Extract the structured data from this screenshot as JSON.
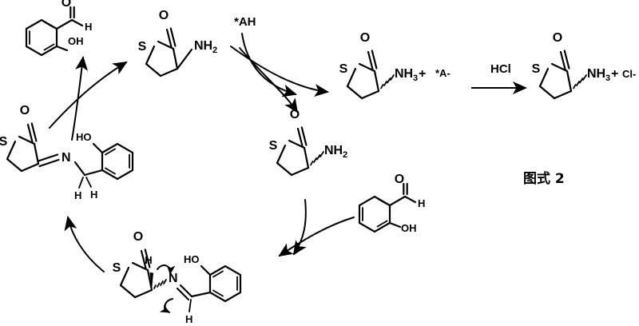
{
  "figure": {
    "caption": "图式 2",
    "type": "chemical-reaction-scheme",
    "description": "Dynamic kinetic resolution / racemization cycle of homocysteine thiolactone with salicylaldehyde, followed by HCl salt formation"
  },
  "labels": {
    "sulfur": "S",
    "oxygen": "O",
    "nitrogen": "N",
    "hydrogen": "H",
    "hydroxyl": "OH",
    "hydroxyl_left": "HO",
    "amine": "NH",
    "amine_sub": "2",
    "ammonium": "NH",
    "ammonium_sub": "3",
    "ammonium_charge": "+",
    "acid_catalyst": "*AH",
    "conjugate_base": "*A-",
    "hcl": "HCl",
    "chloride": "Cl-"
  },
  "structures": [
    {
      "id": "salicylaldehyde-top-left",
      "name": "salicylaldehyde",
      "position": "top-left",
      "atom_labels": [
        "O",
        "H",
        "OH"
      ]
    },
    {
      "id": "thiolactone-racemic-top",
      "name": "homocysteine thiolactone (racemic)",
      "position": "top-center",
      "atom_labels": [
        "O",
        "S",
        "NH",
        "2"
      ]
    },
    {
      "id": "thiolactone-salt-ionpair",
      "name": "homocysteine thiolactone ammonium ion pair",
      "position": "top-right-center",
      "atom_labels": [
        "O",
        "S",
        "NH",
        "3",
        "+",
        "*A-"
      ]
    },
    {
      "id": "thiolactone-hydrochloride",
      "name": "homocysteine thiolactone hydrochloride",
      "position": "far-right",
      "atom_labels": [
        "O",
        "S",
        "NH",
        "3",
        "+",
        "Cl-"
      ]
    },
    {
      "id": "thiolactone-chiral-center",
      "name": "(R)-homocysteine thiolactone",
      "position": "center",
      "atom_labels": [
        "O",
        "S",
        "NH",
        "2"
      ]
    },
    {
      "id": "imine-left",
      "name": "salicylidene imine (carbanion/enamine form)",
      "position": "middle-left",
      "atom_labels": [
        "O",
        "S",
        "N",
        "HO",
        "H",
        "H"
      ]
    },
    {
      "id": "aldimine-bottom",
      "name": "salicylidene aldimine with electron-pushing arrows",
      "position": "bottom-center",
      "atom_labels": [
        "O",
        "S",
        "N",
        "HO",
        "H",
        "H"
      ]
    },
    {
      "id": "salicylaldehyde-bottom-right",
      "name": "salicylaldehyde",
      "position": "bottom-right-center",
      "atom_labels": [
        "O",
        "H",
        "OH"
      ]
    }
  ],
  "arrows": [
    {
      "id": "arrow-release-aldehyde",
      "kind": "curved",
      "note": "imine to salicylaldehyde, upward"
    },
    {
      "id": "arrow-to-racemic-thiolactone",
      "kind": "curved",
      "note": "imine hydrolysis to free amine"
    },
    {
      "id": "arrow-protonation",
      "kind": "curved",
      "note": "*AH protonates amine"
    },
    {
      "id": "arrow-to-salt",
      "kind": "curved",
      "note": "forms ammonium ion pair"
    },
    {
      "id": "arrow-to-chiral",
      "kind": "curved",
      "note": "to chiral thiolactone"
    },
    {
      "id": "arrow-condensation",
      "kind": "curved",
      "note": "condensation with salicylaldehyde"
    },
    {
      "id": "arrow-aldehyde-in",
      "kind": "curved",
      "note": "salicylaldehyde enters cycle"
    },
    {
      "id": "arrow-tautomerize",
      "kind": "curved",
      "note": "aldimine to carbanion, upward"
    },
    {
      "id": "arrow-hcl",
      "kind": "straight",
      "note": "HCl salt formation"
    },
    {
      "id": "electron-arrow-upper",
      "kind": "electron-push",
      "note": "C-H deprotonation"
    },
    {
      "id": "electron-arrow-lower",
      "kind": "electron-push",
      "note": "imine reprotonation"
    }
  ]
}
